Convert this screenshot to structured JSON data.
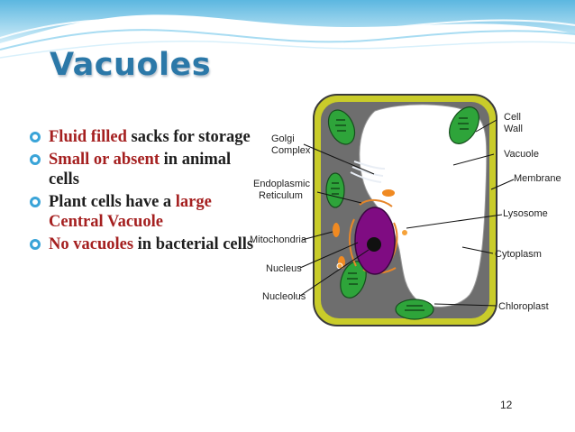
{
  "title": "Vacuoles",
  "bullets": [
    {
      "parts": [
        {
          "text": "Fluid filled",
          "accent": true
        },
        {
          "text": " sacks for storage",
          "accent": false
        }
      ]
    },
    {
      "parts": [
        {
          "text": "Small or absent",
          "accent": true
        },
        {
          "text": " in animal cells",
          "accent": false
        }
      ]
    },
    {
      "parts": [
        {
          "text": "Plant cells have a ",
          "accent": false
        },
        {
          "text": "large Central Vacuole",
          "accent": true
        }
      ]
    },
    {
      "parts": [
        {
          "text": "No vacuoles",
          "accent": true
        },
        {
          "text": " in bacterial cells",
          "accent": false
        }
      ]
    }
  ],
  "diagram_labels": {
    "cell_wall": [
      "Cell",
      "Wall"
    ],
    "golgi": [
      "Golgi",
      "Complex"
    ],
    "vacuole": "Vacuole",
    "membrane": "Membrane",
    "er": [
      "Endoplasmic",
      "Reticulum"
    ],
    "lysosome": "Lysosome",
    "mitochondria": "Mitochondria",
    "cytoplasm": "Cytoplasm",
    "nucleus": "Nucleus",
    "nucleolus": "Nucleolus",
    "chloroplast": "Chloroplast"
  },
  "page_number": "12",
  "colors": {
    "title": "#2b78a8",
    "accent_text": "#a52020",
    "bullet": "#3aa4d8"
  }
}
